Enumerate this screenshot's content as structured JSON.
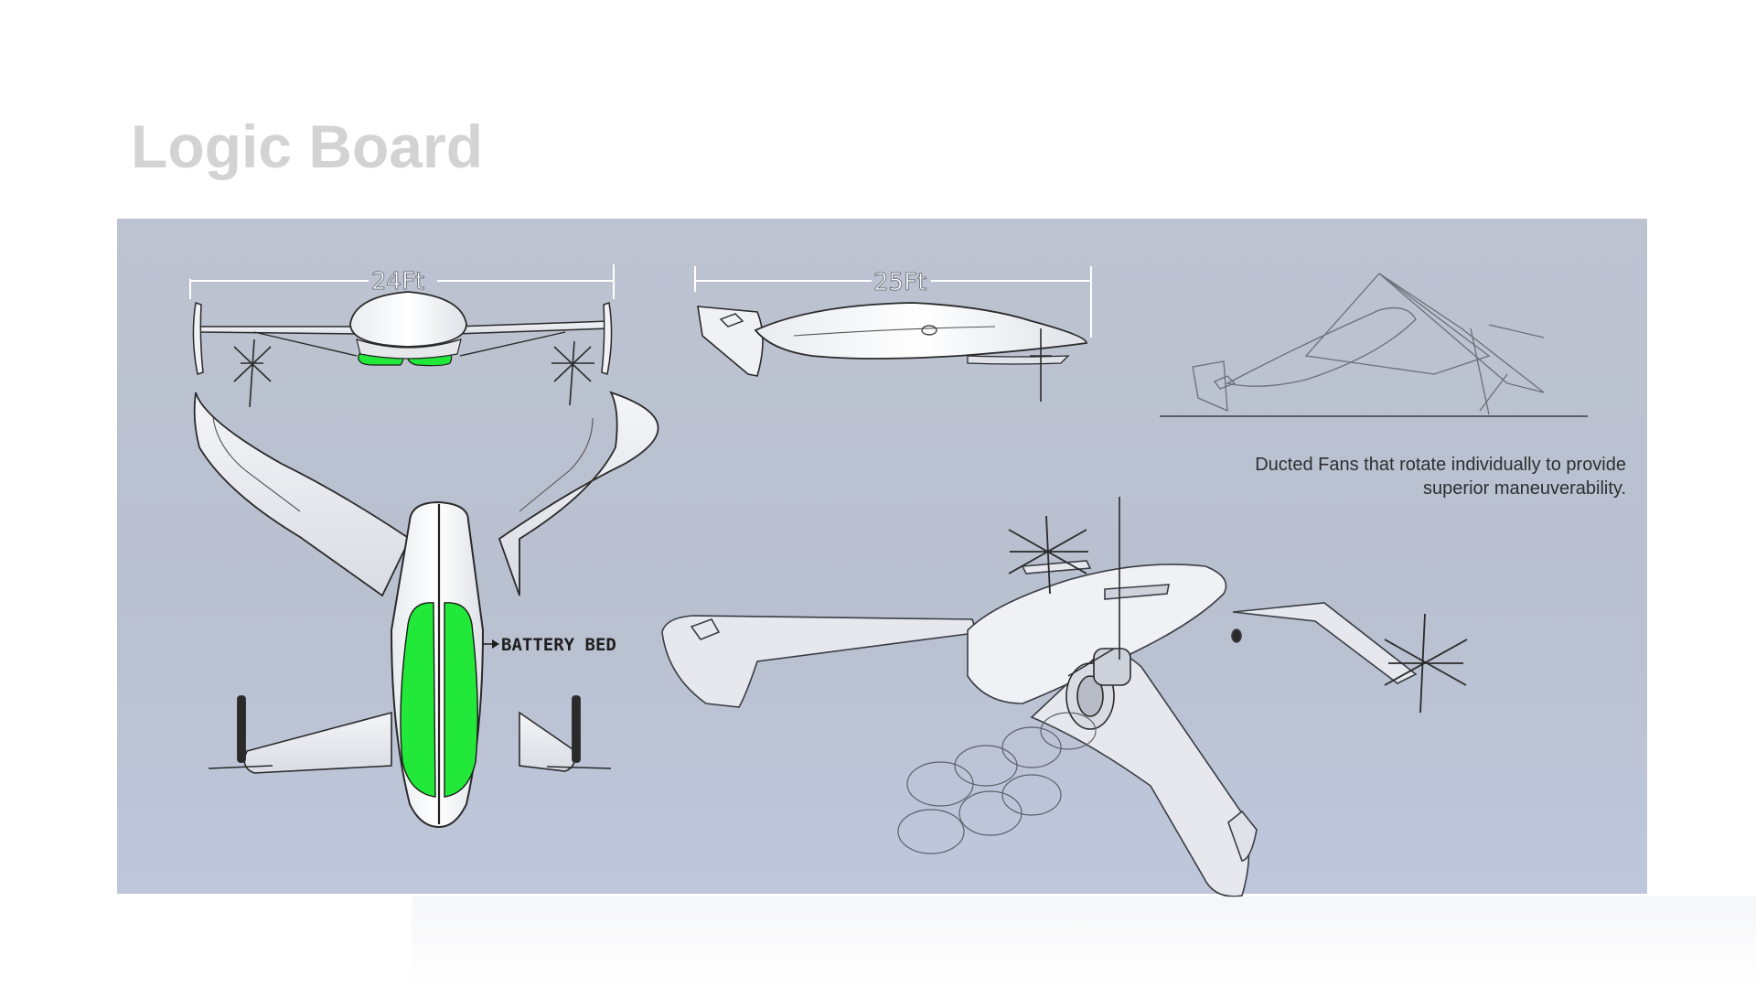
{
  "slide": {
    "title": "Logic Board"
  },
  "diagram": {
    "dimension_top": "24Ft",
    "dimension_side": "25Ft",
    "battery_label": "BATTERY BED",
    "callout_line1": "Ducted Fans that rotate individually to provide",
    "callout_line2": "superior maneuverability.",
    "highlight_color": "#22e83a",
    "panel_color": "#bcc2d1"
  }
}
